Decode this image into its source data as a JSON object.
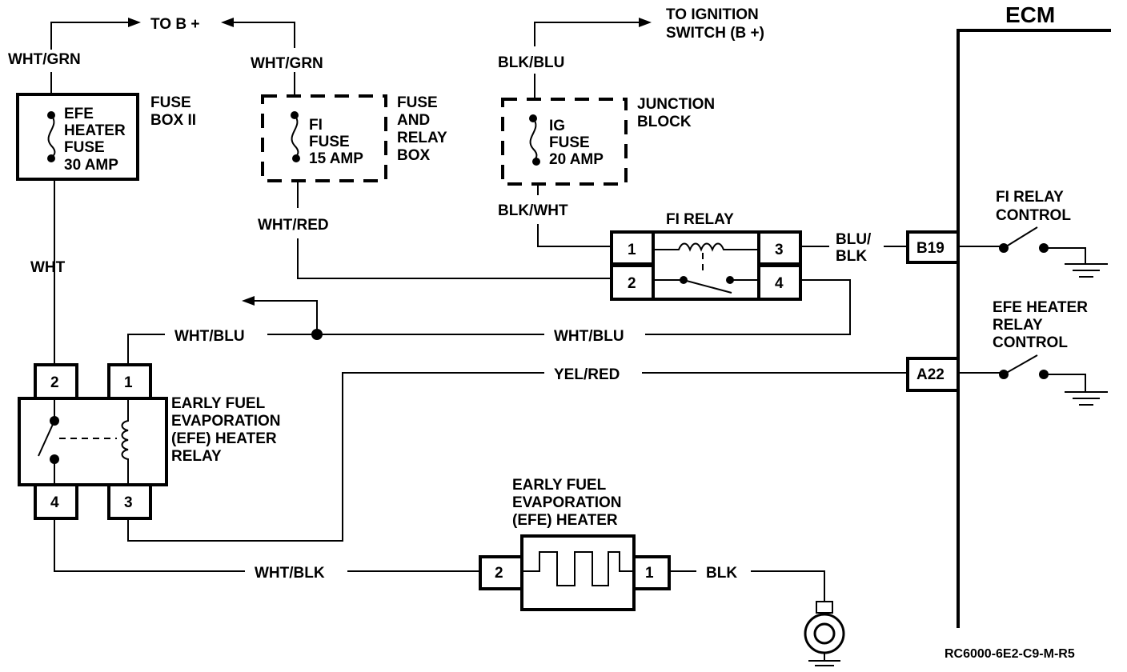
{
  "title": "ECM",
  "reference_code": "RC6000-6E2-C9-M-R5",
  "feeds": {
    "to_b_plus": "TO B +",
    "to_ignition_line1": "TO IGNITION",
    "to_ignition_line2": "SWITCH (B +)"
  },
  "wires": {
    "wht_grn_left": "WHT/GRN",
    "wht_grn_mid": "WHT/GRN",
    "blk_blu": "BLK/BLU",
    "wht_red": "WHT/RED",
    "blk_wht": "BLK/WHT",
    "wht": "WHT",
    "wht_blu_left": "WHT/BLU",
    "wht_blu_right": "WHT/BLU",
    "yel_red": "YEL/RED",
    "blu_blk_line1": "BLU/",
    "blu_blk_line2": "BLK",
    "wht_blk": "WHT/BLK",
    "blk": "BLK"
  },
  "fuses": {
    "efe": [
      "EFE",
      "HEATER",
      "FUSE",
      "30 AMP"
    ],
    "fi": [
      "FI",
      "FUSE",
      "15 AMP"
    ],
    "ig": [
      "IG",
      "FUSE",
      "20 AMP"
    ]
  },
  "boxes": {
    "fuse_box_ii": [
      "FUSE",
      "BOX II"
    ],
    "fuse_relay_box": [
      "FUSE",
      "AND",
      "RELAY",
      "BOX"
    ],
    "junction_block": [
      "JUNCTION",
      "BLOCK"
    ]
  },
  "fi_relay": {
    "title": "FI RELAY",
    "pins": [
      "1",
      "2",
      "3",
      "4"
    ]
  },
  "efe_relay": {
    "lines": [
      "EARLY FUEL",
      "EVAPORATION",
      "(EFE) HEATER",
      "RELAY"
    ],
    "pins": [
      "2",
      "1",
      "4",
      "3"
    ]
  },
  "efe_heater": {
    "lines": [
      "EARLY FUEL",
      "EVAPORATION",
      "(EFE) HEATER"
    ],
    "pins": [
      "2",
      "1"
    ]
  },
  "ecm": {
    "pin_b19": "B19",
    "pin_a22": "A22",
    "fi_relay_control": [
      "FI RELAY",
      "CONTROL"
    ],
    "efe_relay_control": [
      "EFE HEATER",
      "RELAY",
      "CONTROL"
    ]
  }
}
